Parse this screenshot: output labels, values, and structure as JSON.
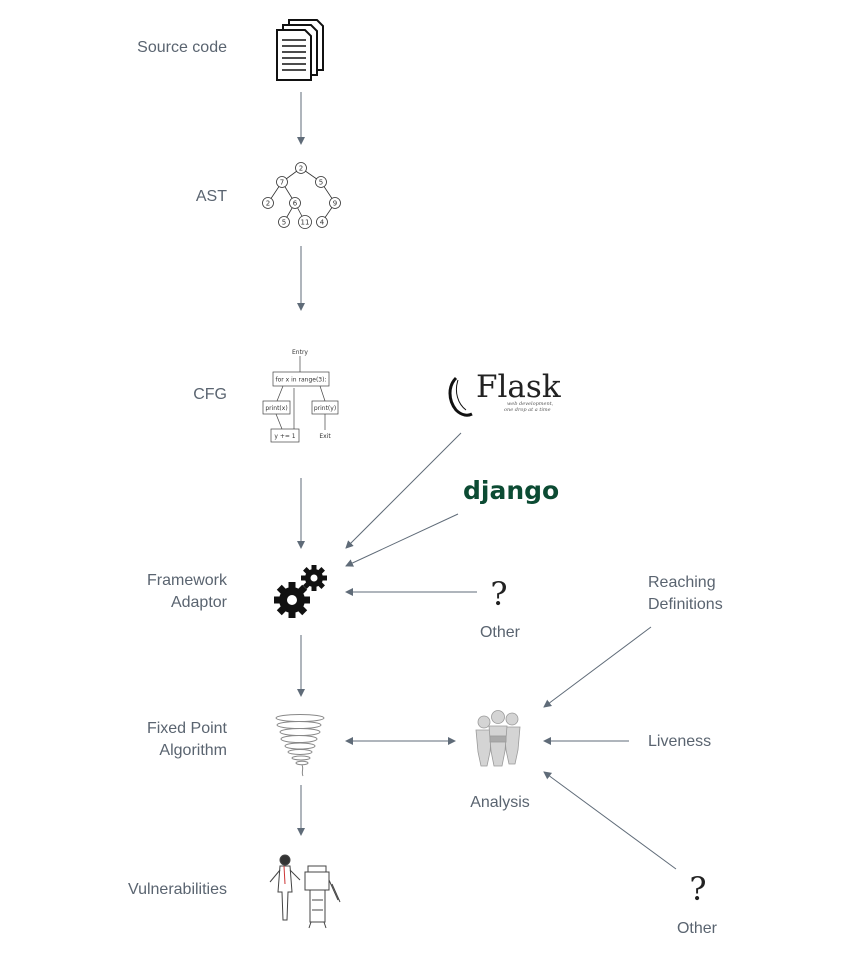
{
  "nodes": {
    "source_code": {
      "label": "Source code",
      "icon": "documents-icon"
    },
    "ast": {
      "label": "AST",
      "icon": "tree-icon",
      "tree_values": [
        "2",
        "7",
        "5",
        "2",
        "6",
        "9",
        "5",
        "11",
        "4"
      ]
    },
    "cfg": {
      "label": "CFG",
      "icon": "flowchart-icon",
      "cfg_texts": {
        "entry": "Entry",
        "loop": "for x in range(3):",
        "print_x": "print(x)",
        "print_y": "print(y)",
        "incr": "y += 1",
        "exit": "Exit"
      }
    },
    "framework_adaptor": {
      "label_line1": "Framework",
      "label_line2": "Adaptor",
      "icon": "gears-icon"
    },
    "fixed_point": {
      "label_line1": "Fixed Point",
      "label_line2": "Algorithm",
      "icon": "spiral-icon"
    },
    "vulnerabilities": {
      "label": "Vulnerabilities",
      "icon": "people-printer-icon"
    },
    "analysis": {
      "label": "Analysis",
      "icon": "team-icon"
    }
  },
  "frameworks": {
    "flask": {
      "word": "Flask",
      "tagline1": "web development,",
      "tagline2": "one drop at a time"
    },
    "django": {
      "word": "django"
    },
    "other": {
      "mark": "?",
      "label": "Other"
    }
  },
  "analyses": {
    "reaching": {
      "line1": "Reaching",
      "line2": "Definitions"
    },
    "liveness": {
      "label": "Liveness"
    },
    "other": {
      "mark": "?",
      "label": "Other"
    }
  },
  "colors": {
    "arrow": "#5f6b78",
    "label": "#5a6470"
  }
}
